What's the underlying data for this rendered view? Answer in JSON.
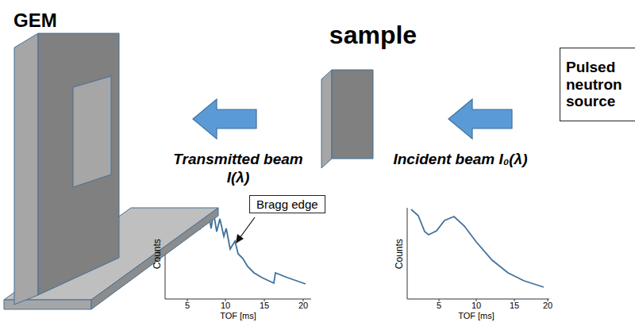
{
  "diagram": {
    "nodes": [
      {
        "text": [
          "GEM"
        ]
      },
      {
        "text": [
          "sample"
        ]
      },
      {
        "text": [
          "Pulsed neutron source"
        ]
      },
      {
        "text": [
          "Bragg edge"
        ]
      }
    ],
    "edges": [
      {
        "from": 2,
        "to": 1,
        "arrow": "to"
      },
      {
        "from": 1,
        "to": 0,
        "arrow": "to"
      }
    ],
    "labels": [
      "Transmitted beam I(λ)",
      "Incident beam I₀(λ)",
      "Counts",
      "5",
      "10",
      "15",
      "20",
      "TOF [ms]",
      "Counts",
      "5",
      "10",
      "15",
      "20",
      "TOF [ms]"
    ]
  }
}
